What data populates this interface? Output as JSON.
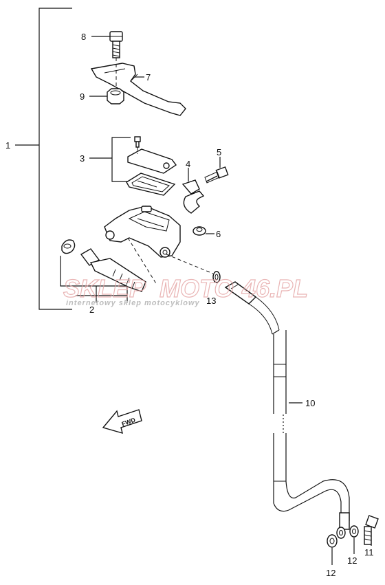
{
  "diagram": {
    "labels": {
      "l1": "1",
      "l2": "2",
      "l3": "3",
      "l4": "4",
      "l5": "5",
      "l6": "6",
      "l7": "7",
      "l8": "8",
      "l9": "9",
      "l10": "10",
      "l11": "11",
      "l12a": "12",
      "l12b": "12",
      "l13": "13"
    },
    "fwd_text": "FWD"
  },
  "watermark": {
    "brand_part1": "SKLEP",
    "brand_part2": "MOTO",
    "brand_part3": "46.PL",
    "tagline": "internetowy sklep motocyklowy"
  }
}
